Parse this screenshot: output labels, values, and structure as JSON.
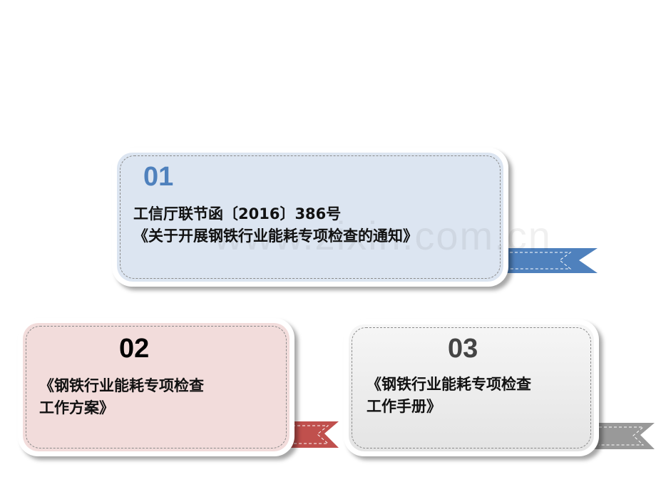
{
  "watermark": "www.zixin.com.cn",
  "colors": {
    "card1_bg": "#dce5f1",
    "card1_accent": "#4f81bd",
    "card2_bg": "#f2dcdb",
    "card2_accent": "#c0504d",
    "card3_bg": "#ececec",
    "card3_accent": "#8c8c8c"
  },
  "cards": [
    {
      "number": "01",
      "lines": [
        "工信厅联节函〔2016〕386号",
        "《关于开展钢铁行业能耗专项检查的通知》"
      ]
    },
    {
      "number": "02",
      "lines": [
        "《钢铁行业能耗专项检查",
        "工作方案》"
      ]
    },
    {
      "number": "03",
      "lines": [
        "《钢铁行业能耗专项检查",
        "工作手册》"
      ]
    }
  ]
}
